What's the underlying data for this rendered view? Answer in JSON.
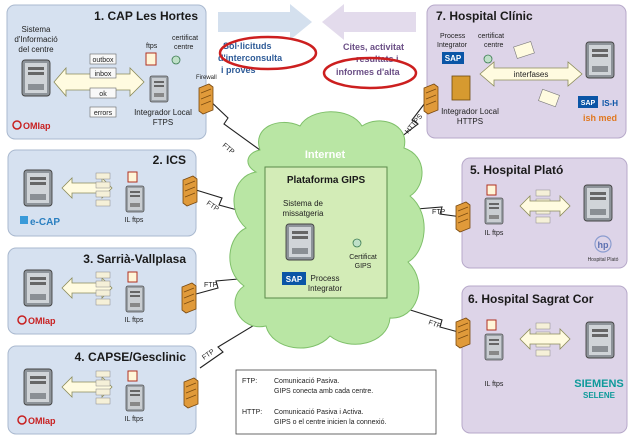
{
  "cap_hortes": {
    "title": "1. CAP Les Hortes",
    "system_line1": "Sistema",
    "system_line2": "d'Informació",
    "system_line3": "del centre",
    "folders": [
      "outbox",
      "inbox",
      "ok",
      "errors"
    ],
    "ftps": "ftps",
    "cert_line1": "certificat",
    "cert_line2": "centre",
    "integrator_line1": "Integrador Local",
    "integrator_line2": "FTPS",
    "firewall": "Firewall",
    "logo": "OMIap"
  },
  "top_arrows": {
    "left_line1": "Sol·licituds",
    "left_line2": "d'interconsulta",
    "left_line3": "i proves",
    "right_line1": "Cites, activitat",
    "right_line2": "resultats i",
    "right_line3": "informes d'alta"
  },
  "hospital_clinic": {
    "title": "7. Hospital Clínic",
    "pi_line1": "Process",
    "pi_line2": "Integrator",
    "cert_line1": "certificat",
    "cert_line2": "centre",
    "sap": "SAP",
    "interfases": "interfases",
    "integrator_line1": "Integrador Local",
    "integrator_line2": "HTTPS",
    "sap_ish": "IS-H",
    "ishmed": "ish med"
  },
  "ics": {
    "title": "2. ICS",
    "il_ftps": "IL ftps",
    "logo": "e-CAP"
  },
  "sarria": {
    "title": "3. Sarrià-Vallplasa",
    "il_ftps": "IL ftps",
    "logo": "OMIap"
  },
  "capse": {
    "title": "4. CAPSE/Gesclinic",
    "il_ftps": "IL ftps",
    "logo": "OMIap"
  },
  "plato": {
    "title": "5. Hospital Plató",
    "il_ftps": "IL ftps",
    "logo": "hp",
    "logo_sub": "Hospital Plató"
  },
  "sagrat": {
    "title": "6. Hospital Sagrat Cor",
    "il_ftps": "IL ftps",
    "logo_line1": "SIEMENS",
    "logo_line2": "SELENE"
  },
  "cloud": {
    "internet": "Internet",
    "platform": "Plataforma GIPS",
    "msg_line1": "Sistema de",
    "msg_line2": "missatgeria",
    "cert_line1": "Certificat",
    "cert_line2": "GIPS",
    "sap": "SAP",
    "pi_line1": "Process",
    "pi_line2": "Integrator"
  },
  "links": {
    "ftp": "FTP",
    "https": "HTTPS"
  },
  "legend": {
    "ftp_key": "FTP:",
    "ftp_line1": "Comunicació Pasiva.",
    "ftp_line2": "GIPS conecta amb cada centre.",
    "http_key": "HTTP:",
    "http_line1": "Comunicació Pasiva i Activa.",
    "http_line2": "GIPS o el centre inicien la connexió."
  },
  "colors": {
    "panel_blue": "#d6e1f0",
    "panel_purple": "#ddd4e8",
    "cloud_green": "#b9e6a4",
    "platform_green": "#d3ecb7",
    "highlight_red": "#cc1f1f",
    "firewall_orange": "#e09a3a",
    "sap_blue": "#0a55a6"
  }
}
